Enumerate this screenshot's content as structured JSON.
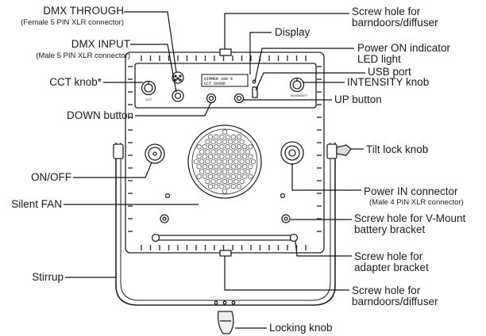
{
  "labels": {
    "dmx_through": "DMX THROUGH",
    "dmx_through_note": "(Female 5 PIN XLR connector)",
    "dmx_input": "DMX INPUT",
    "dmx_input_note": "(Male 5 PIN XLR connector)",
    "cct_knob": "CCT knob*",
    "down_button": "DOWN button",
    "on_off": "ON/OFF",
    "silent_fan": "Silent FAN",
    "stirrup": "Stirrup",
    "screw_top_1": "Screw hole for",
    "screw_top_2": "barndoors/diffuser",
    "display": "Display",
    "power_on_1": "Power ON indicator",
    "power_on_2": "LED light",
    "usb_port": "USB port",
    "intensity_knob": "INTENSITY knob",
    "up_button": "UP button",
    "tilt_lock": "Tilt lock knob",
    "power_in": "Power IN connector",
    "power_in_note": "(Male 4 PIN XLR connector)",
    "vmount_1": "Screw hole for V-Mount",
    "vmount_2": "battery bracket",
    "adapter_1": "Screw hole for",
    "adapter_2": "adapter bracket",
    "screw_bottom_1": "Screw hole for",
    "screw_bottom_2": "barndoors/diffuser",
    "locking_knob": "Locking knob"
  },
  "panel_text": {
    "display_line_1": "DIMMER 100 %",
    "display_line_2": "CCT    5600K",
    "cct_side_text": "CCT",
    "intensity_side_text": "INTENSITY"
  }
}
